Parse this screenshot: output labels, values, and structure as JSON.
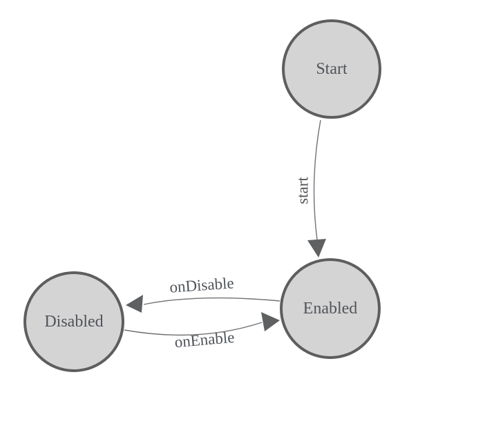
{
  "diagram": {
    "type": "state-machine",
    "colors": {
      "canvas_bg": "#ffffff",
      "node_fill": "#d4d4d4",
      "node_stroke": "#5e5e60",
      "edge_line": "#6f7173",
      "arrow_fill": "#5e6062",
      "label_text": "#50545a"
    },
    "nodes": {
      "start": {
        "label": "Start"
      },
      "enabled": {
        "label": "Enabled"
      },
      "disabled": {
        "label": "Disabled"
      }
    },
    "edges": {
      "start": {
        "label": "start",
        "from": "Start",
        "to": "Enabled"
      },
      "onDisable": {
        "label": "onDisable",
        "from": "Enabled",
        "to": "Disabled"
      },
      "onEnable": {
        "label": "onEnable",
        "from": "Disabled",
        "to": "Enabled"
      }
    }
  }
}
